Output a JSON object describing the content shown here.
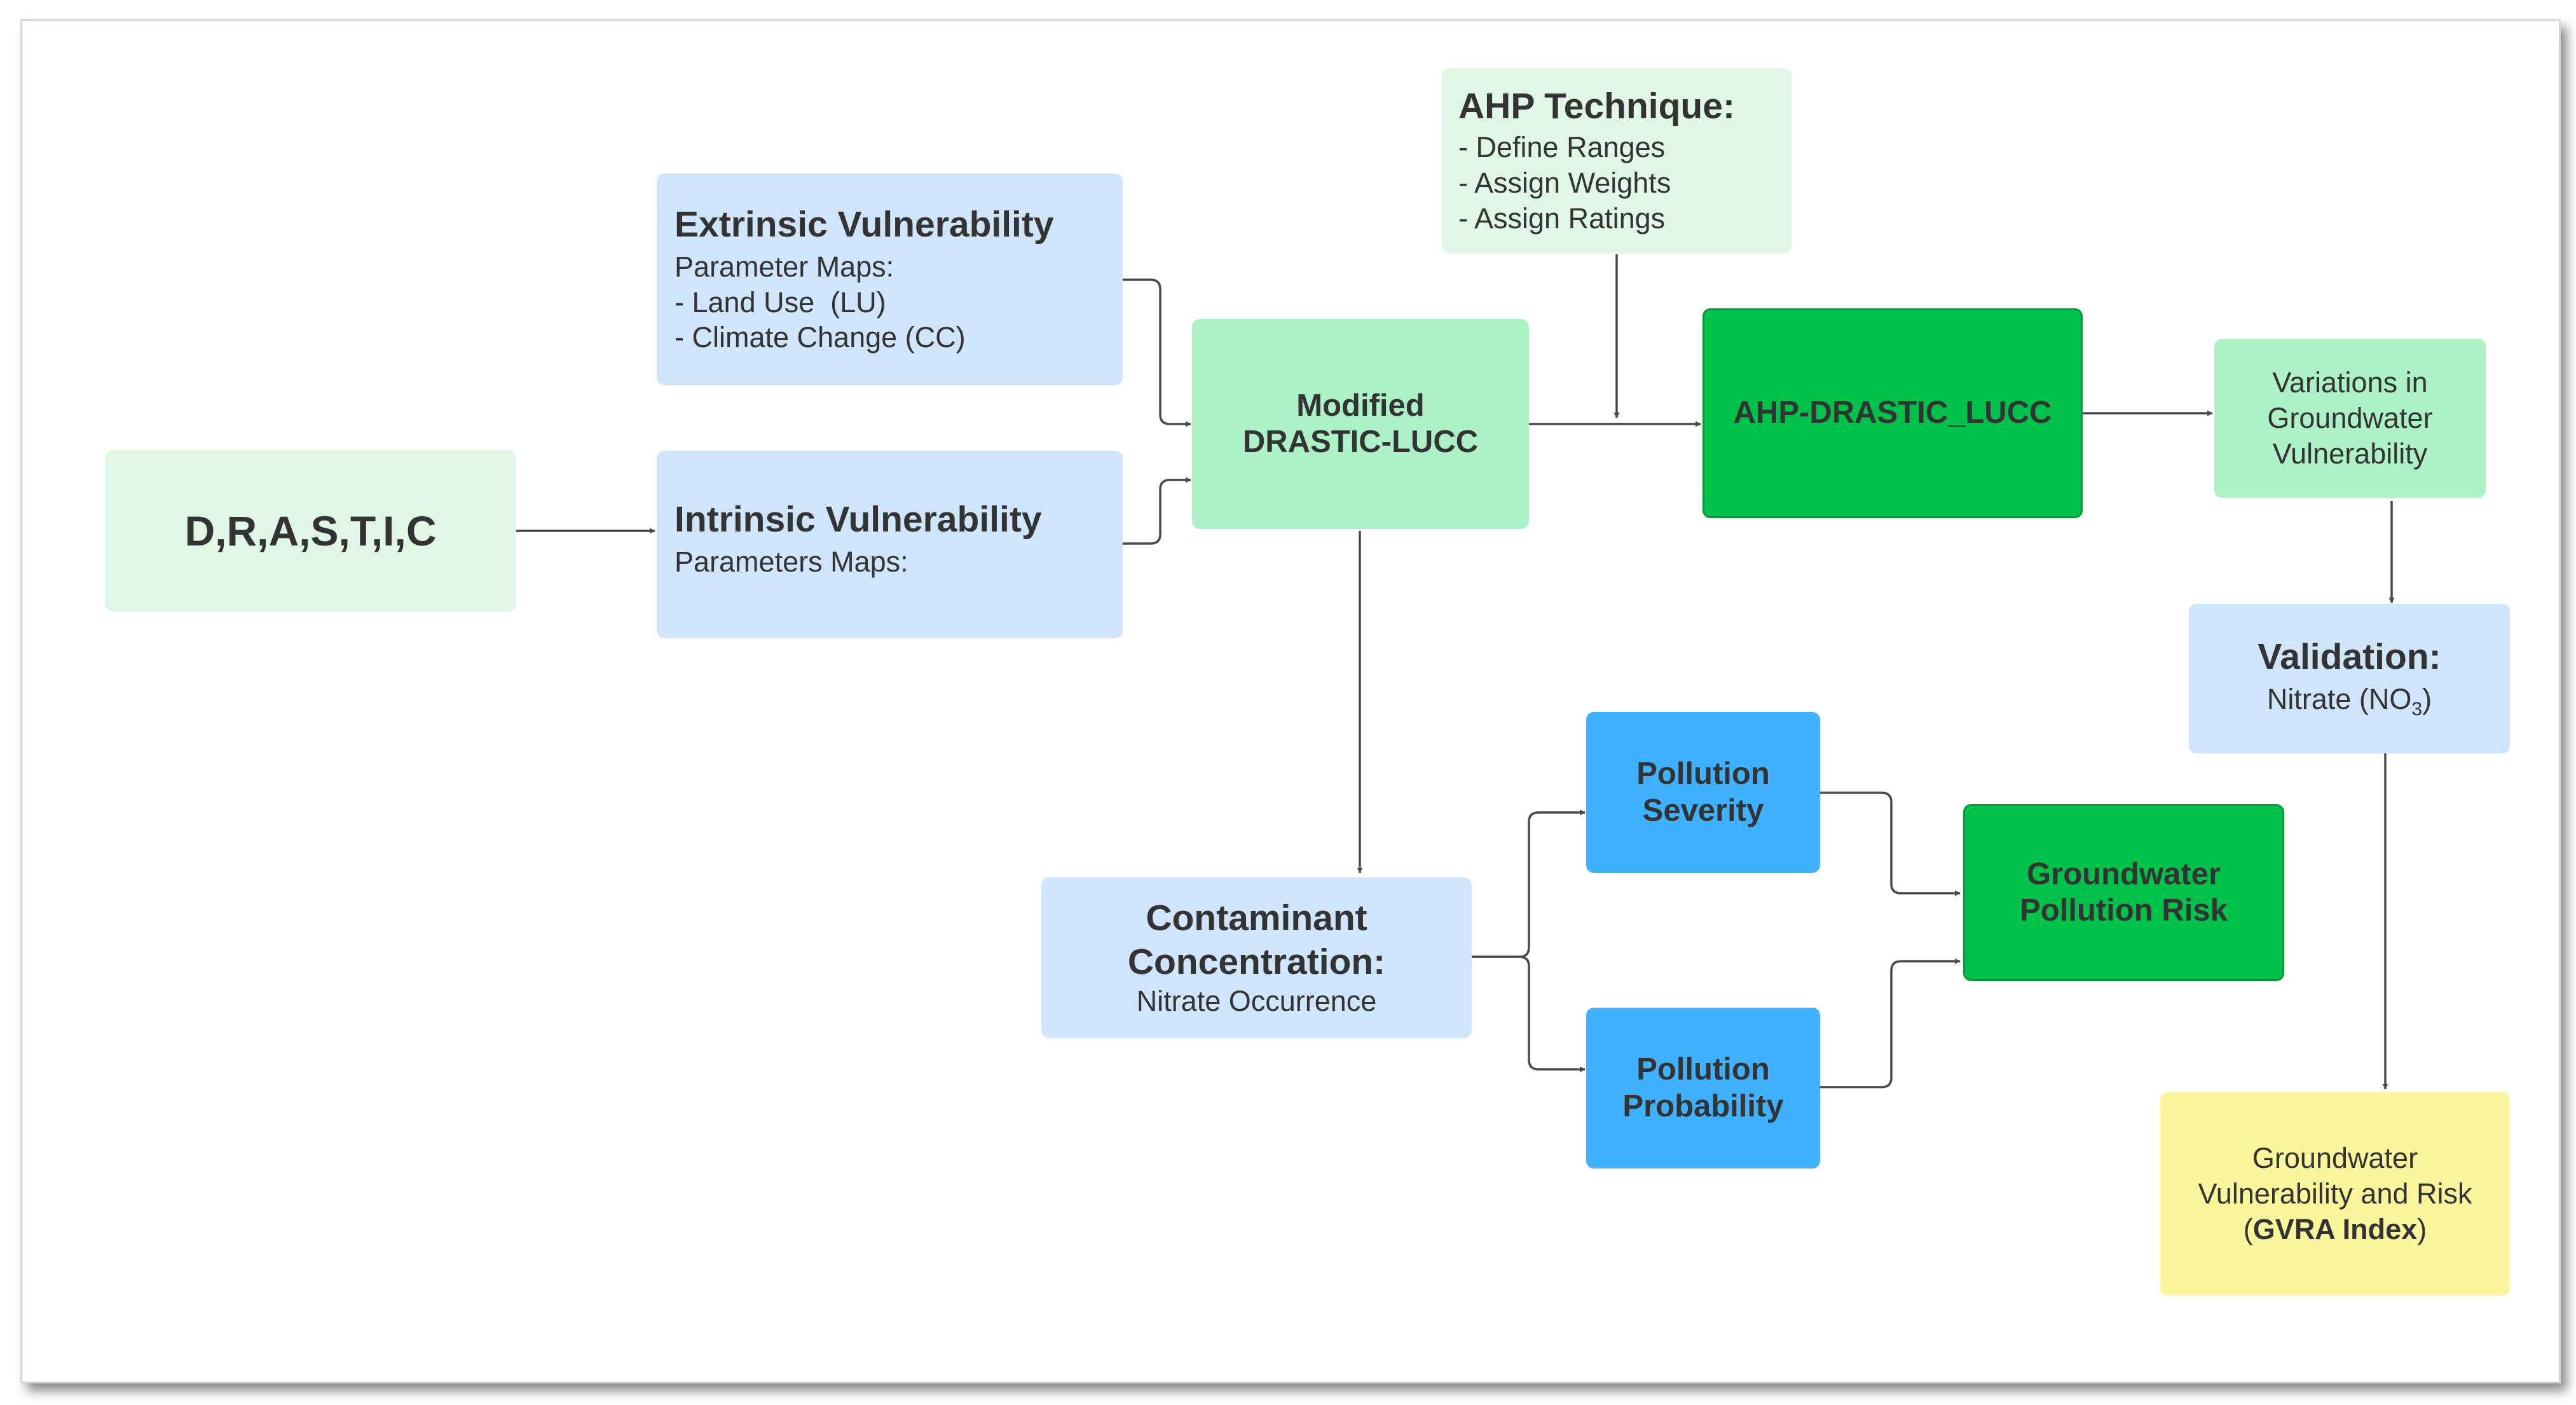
{
  "colors": {
    "light_blue": "#cfe5fb",
    "light_green": "#dff7e4",
    "mint_green": "#acf2c6",
    "strong_green": "#00c24a",
    "bright_blue": "#3fb1ff",
    "yellow": "#fbf69b",
    "connector": "#4a4a4a"
  },
  "nodes": {
    "drastic": {
      "title": "D,R,A,S,T,I,C"
    },
    "extrinsic": {
      "title": "Extrinsic Vulnerability",
      "subtitle": "Parameter Maps:",
      "items": [
        "- Land Use  (LU)",
        "- Climate Change (CC)"
      ]
    },
    "intrinsic": {
      "title": "Intrinsic Vulnerability",
      "subtitle": "Parameters Maps:"
    },
    "modified": {
      "lines": [
        "Modified",
        "DRASTIC-LUCC"
      ]
    },
    "ahp_technique": {
      "title": "AHP Technique:",
      "items": [
        "- Define Ranges",
        "- Assign Weights",
        "- Assign Ratings"
      ]
    },
    "ahp_drastic": {
      "title": "AHP-DRASTIC_LUCC"
    },
    "variations": {
      "lines": [
        "Variations in",
        "Groundwater",
        "Vulnerability"
      ]
    },
    "validation": {
      "title": "Validation:",
      "text_prefix": "Nitrate (NO",
      "text_sub": "3",
      "text_suffix": ")"
    },
    "contaminant": {
      "lines": [
        "Contaminant",
        "Concentration:"
      ],
      "subtitle": "Nitrate Occurrence"
    },
    "severity": {
      "lines": [
        "Pollution",
        "Severity"
      ]
    },
    "probability": {
      "lines": [
        "Pollution",
        "Probability"
      ]
    },
    "pollution_risk": {
      "lines": [
        "Groundwater",
        "Pollution Risk"
      ]
    },
    "gvra": {
      "lines": [
        "Groundwater",
        "Vulnerability and Risk"
      ],
      "open_paren": "(",
      "bold": "GVRA Index",
      "close_paren": ")"
    }
  }
}
